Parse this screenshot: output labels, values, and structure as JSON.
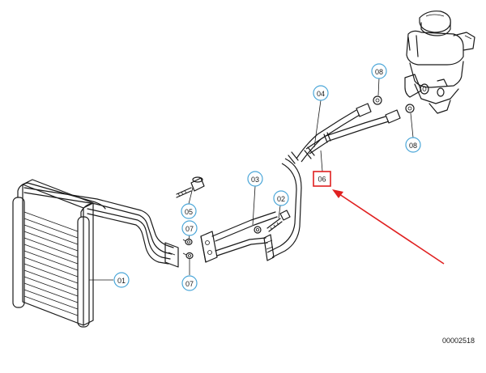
{
  "callouts": [
    {
      "id": "01",
      "label": "01"
    },
    {
      "id": "02",
      "label": "02"
    },
    {
      "id": "03",
      "label": "03"
    },
    {
      "id": "04",
      "label": "04"
    },
    {
      "id": "05",
      "label": "05"
    },
    {
      "id": "06",
      "label": "06"
    },
    {
      "id": "07a",
      "label": "07"
    },
    {
      "id": "07b",
      "label": "07"
    },
    {
      "id": "08a",
      "label": "08"
    },
    {
      "id": "08b",
      "label": "08"
    }
  ],
  "figure_id": "00002518",
  "colors": {
    "callout_ring": "#4aa6d8",
    "highlight": "#e02020",
    "line": "#1a1a1a"
  }
}
